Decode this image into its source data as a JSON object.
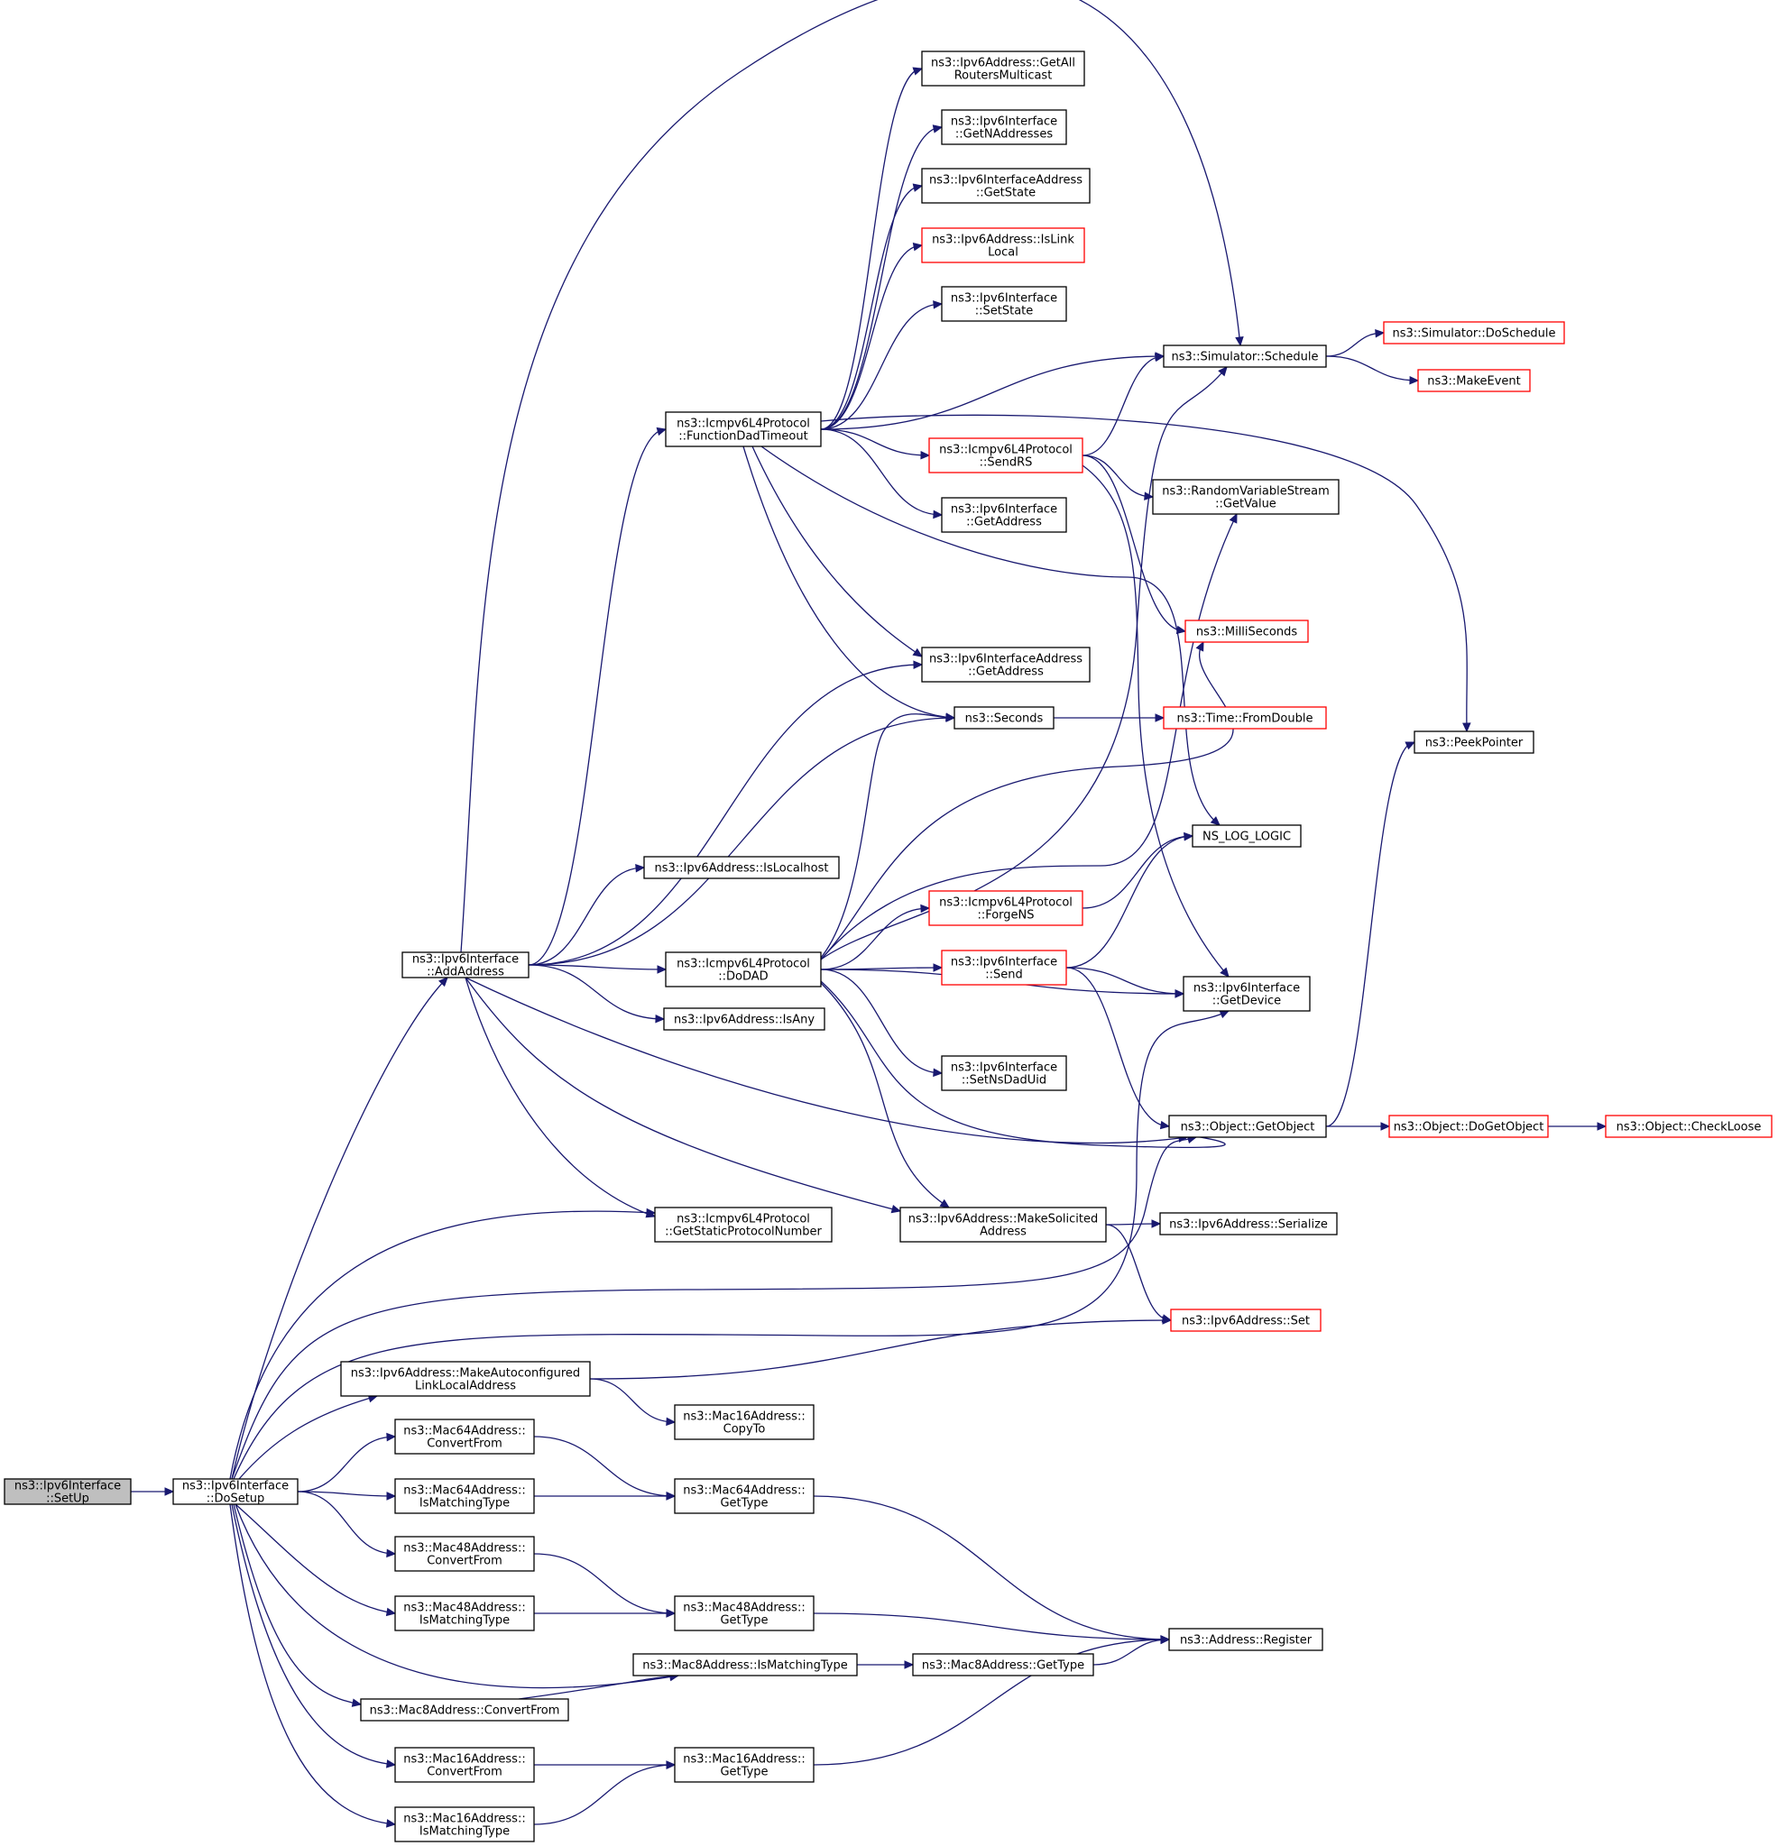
{
  "nodes": [
    {
      "id": "setup",
      "lines": [
        "ns3::Ipv6Interface",
        "::SetUp"
      ],
      "style": "start"
    },
    {
      "id": "dosetup",
      "lines": [
        "ns3::Ipv6Interface",
        "::DoSetup"
      ],
      "style": "normal"
    },
    {
      "id": "addaddr",
      "lines": [
        "ns3::Ipv6Interface",
        "::AddAddress"
      ],
      "style": "normal"
    },
    {
      "id": "fdt",
      "lines": [
        "ns3::Icmpv6L4Protocol",
        "::FunctionDadTimeout"
      ],
      "style": "normal"
    },
    {
      "id": "getallr",
      "lines": [
        "ns3::Ipv6Address::GetAll",
        "RoutersMulticast"
      ],
      "style": "normal"
    },
    {
      "id": "getnaddr",
      "lines": [
        "ns3::Ipv6Interface",
        "::GetNAddresses"
      ],
      "style": "normal"
    },
    {
      "id": "iaGetState",
      "lines": [
        "ns3::Ipv6InterfaceAddress",
        "::GetState"
      ],
      "style": "normal"
    },
    {
      "id": "islinklocal",
      "lines": [
        "ns3::Ipv6Address::IsLink",
        "Local"
      ],
      "style": "red"
    },
    {
      "id": "setstate",
      "lines": [
        "ns3::Ipv6Interface",
        "::SetState"
      ],
      "style": "normal"
    },
    {
      "id": "schedule",
      "lines": [
        "ns3::Simulator::Schedule"
      ],
      "style": "normal"
    },
    {
      "id": "doschedule",
      "lines": [
        "ns3::Simulator::DoSchedule"
      ],
      "style": "red"
    },
    {
      "id": "makeevent",
      "lines": [
        "ns3::MakeEvent"
      ],
      "style": "red"
    },
    {
      "id": "sendrs",
      "lines": [
        "ns3::Icmpv6L4Protocol",
        "::SendRS"
      ],
      "style": "red"
    },
    {
      "id": "rvsget",
      "lines": [
        "ns3::RandomVariableStream",
        "::GetValue"
      ],
      "style": "normal"
    },
    {
      "id": "ifGetAddress",
      "lines": [
        "ns3::Ipv6Interface",
        "::GetAddress"
      ],
      "style": "normal"
    },
    {
      "id": "millis",
      "lines": [
        "ns3::MilliSeconds"
      ],
      "style": "red"
    },
    {
      "id": "iaGetAddress",
      "lines": [
        "ns3::Ipv6InterfaceAddress",
        "::GetAddress"
      ],
      "style": "normal"
    },
    {
      "id": "seconds",
      "lines": [
        "ns3::Seconds"
      ],
      "style": "normal"
    },
    {
      "id": "fromdouble",
      "lines": [
        "ns3::Time::FromDouble"
      ],
      "style": "red"
    },
    {
      "id": "peekptr",
      "lines": [
        "ns3::PeekPointer"
      ],
      "style": "normal"
    },
    {
      "id": "nslog",
      "lines": [
        "NS_LOG_LOGIC"
      ],
      "style": "normal"
    },
    {
      "id": "islocalhost",
      "lines": [
        "ns3::Ipv6Address::IsLocalhost"
      ],
      "style": "normal"
    },
    {
      "id": "forgens",
      "lines": [
        "ns3::Icmpv6L4Protocol",
        "::ForgeNS"
      ],
      "style": "red"
    },
    {
      "id": "dodad",
      "lines": [
        "ns3::Icmpv6L4Protocol",
        "::DoDAD"
      ],
      "style": "normal"
    },
    {
      "id": "send",
      "lines": [
        "ns3::Ipv6Interface",
        "::Send"
      ],
      "style": "red"
    },
    {
      "id": "getdevice",
      "lines": [
        "ns3::Ipv6Interface",
        "::GetDevice"
      ],
      "style": "normal"
    },
    {
      "id": "isany",
      "lines": [
        "ns3::Ipv6Address::IsAny"
      ],
      "style": "normal"
    },
    {
      "id": "setnsdaduid",
      "lines": [
        "ns3::Ipv6Interface",
        "::SetNsDadUid"
      ],
      "style": "normal"
    },
    {
      "id": "getobject",
      "lines": [
        "ns3::Object::GetObject"
      ],
      "style": "normal"
    },
    {
      "id": "dogetobject",
      "lines": [
        "ns3::Object::DoGetObject"
      ],
      "style": "red"
    },
    {
      "id": "checkloose",
      "lines": [
        "ns3::Object::CheckLoose"
      ],
      "style": "red"
    },
    {
      "id": "getstaticproto",
      "lines": [
        "ns3::Icmpv6L4Protocol",
        "::GetStaticProtocolNumber"
      ],
      "style": "normal"
    },
    {
      "id": "makesolicited",
      "lines": [
        "ns3::Ipv6Address::MakeSolicited",
        "Address"
      ],
      "style": "normal"
    },
    {
      "id": "serialize",
      "lines": [
        "ns3::Ipv6Address::Serialize"
      ],
      "style": "normal"
    },
    {
      "id": "ipv6set",
      "lines": [
        "ns3::Ipv6Address::Set"
      ],
      "style": "red"
    },
    {
      "id": "makeautoconf",
      "lines": [
        "ns3::Ipv6Address::MakeAutoconfigured",
        "LinkLocalAddress"
      ],
      "style": "normal"
    },
    {
      "id": "mac16copyto",
      "lines": [
        "ns3::Mac16Address::",
        "CopyTo"
      ],
      "style": "normal"
    },
    {
      "id": "mac64convert",
      "lines": [
        "ns3::Mac64Address::",
        "ConvertFrom"
      ],
      "style": "normal"
    },
    {
      "id": "mac64gettype",
      "lines": [
        "ns3::Mac64Address::",
        "GetType"
      ],
      "style": "normal"
    },
    {
      "id": "mac64match",
      "lines": [
        "ns3::Mac64Address::",
        "IsMatchingType"
      ],
      "style": "normal"
    },
    {
      "id": "mac48convert",
      "lines": [
        "ns3::Mac48Address::",
        "ConvertFrom"
      ],
      "style": "normal"
    },
    {
      "id": "mac48match",
      "lines": [
        "ns3::Mac48Address::",
        "IsMatchingType"
      ],
      "style": "normal"
    },
    {
      "id": "mac48gettype",
      "lines": [
        "ns3::Mac48Address::",
        "GetType"
      ],
      "style": "normal"
    },
    {
      "id": "addrregister",
      "lines": [
        "ns3::Address::Register"
      ],
      "style": "normal"
    },
    {
      "id": "mac8match",
      "lines": [
        "ns3::Mac8Address::IsMatchingType"
      ],
      "style": "normal"
    },
    {
      "id": "mac8gettype",
      "lines": [
        "ns3::Mac8Address::GetType"
      ],
      "style": "normal"
    },
    {
      "id": "mac8convert",
      "lines": [
        "ns3::Mac8Address::ConvertFrom"
      ],
      "style": "normal"
    },
    {
      "id": "mac16convert",
      "lines": [
        "ns3::Mac16Address::",
        "ConvertFrom"
      ],
      "style": "normal"
    },
    {
      "id": "mac16gettype",
      "lines": [
        "ns3::Mac16Address::",
        "GetType"
      ],
      "style": "normal"
    },
    {
      "id": "mac16match",
      "lines": [
        "ns3::Mac16Address::",
        "IsMatchingType"
      ],
      "style": "normal"
    }
  ],
  "edges": [
    [
      "setup",
      "dosetup"
    ],
    [
      "dosetup",
      "addaddr"
    ],
    [
      "dosetup",
      "getstaticproto"
    ],
    [
      "dosetup",
      "getobject"
    ],
    [
      "dosetup",
      "getdevice"
    ],
    [
      "dosetup",
      "makeautoconf"
    ],
    [
      "dosetup",
      "mac64convert"
    ],
    [
      "dosetup",
      "mac64match"
    ],
    [
      "dosetup",
      "mac48convert"
    ],
    [
      "dosetup",
      "mac48match"
    ],
    [
      "dosetup",
      "mac8match"
    ],
    [
      "dosetup",
      "mac8convert"
    ],
    [
      "dosetup",
      "mac16convert"
    ],
    [
      "dosetup",
      "mac16match"
    ],
    [
      "addaddr",
      "schedule"
    ],
    [
      "addaddr",
      "fdt"
    ],
    [
      "addaddr",
      "iaGetAddress"
    ],
    [
      "addaddr",
      "islocalhost"
    ],
    [
      "addaddr",
      "dodad"
    ],
    [
      "addaddr",
      "isany"
    ],
    [
      "addaddr",
      "seconds"
    ],
    [
      "addaddr",
      "getobject"
    ],
    [
      "addaddr",
      "makesolicited"
    ],
    [
      "addaddr",
      "getstaticproto"
    ],
    [
      "fdt",
      "getallr"
    ],
    [
      "fdt",
      "getnaddr"
    ],
    [
      "fdt",
      "iaGetState"
    ],
    [
      "fdt",
      "islinklocal"
    ],
    [
      "fdt",
      "setstate"
    ],
    [
      "fdt",
      "schedule"
    ],
    [
      "fdt",
      "peekptr"
    ],
    [
      "fdt",
      "sendrs"
    ],
    [
      "fdt",
      "ifGetAddress"
    ],
    [
      "fdt",
      "iaGetAddress"
    ],
    [
      "fdt",
      "seconds"
    ],
    [
      "fdt",
      "nslog"
    ],
    [
      "schedule",
      "doschedule"
    ],
    [
      "schedule",
      "makeevent"
    ],
    [
      "sendrs",
      "schedule"
    ],
    [
      "sendrs",
      "rvsget"
    ],
    [
      "sendrs",
      "millis"
    ],
    [
      "sendrs",
      "getdevice"
    ],
    [
      "seconds",
      "fromdouble"
    ],
    [
      "dodad",
      "forgens"
    ],
    [
      "dodad",
      "send"
    ],
    [
      "dodad",
      "getdevice"
    ],
    [
      "dodad",
      "setnsdaduid"
    ],
    [
      "dodad",
      "makesolicited"
    ],
    [
      "dodad",
      "getobject"
    ],
    [
      "dodad",
      "seconds"
    ],
    [
      "dodad",
      "millis"
    ],
    [
      "dodad",
      "rvsget"
    ],
    [
      "dodad",
      "schedule"
    ],
    [
      "forgens",
      "nslog"
    ],
    [
      "send",
      "nslog"
    ],
    [
      "send",
      "getdevice"
    ],
    [
      "send",
      "getobject"
    ],
    [
      "getobject",
      "dogetobject"
    ],
    [
      "getobject",
      "peekptr"
    ],
    [
      "dogetobject",
      "checkloose"
    ],
    [
      "makesolicited",
      "serialize"
    ],
    [
      "makesolicited",
      "ipv6set"
    ],
    [
      "makeautoconf",
      "ipv6set"
    ],
    [
      "makeautoconf",
      "mac16copyto"
    ],
    [
      "mac64convert",
      "mac64gettype"
    ],
    [
      "mac64match",
      "mac64gettype"
    ],
    [
      "mac64gettype",
      "addrregister"
    ],
    [
      "mac48convert",
      "mac48gettype"
    ],
    [
      "mac48match",
      "mac48gettype"
    ],
    [
      "mac48gettype",
      "addrregister"
    ],
    [
      "mac8match",
      "mac8gettype"
    ],
    [
      "mac8gettype",
      "addrregister"
    ],
    [
      "mac8convert",
      "mac8match"
    ],
    [
      "mac16convert",
      "mac16gettype"
    ],
    [
      "mac16match",
      "mac16gettype"
    ],
    [
      "mac16gettype",
      "addrregister"
    ]
  ]
}
